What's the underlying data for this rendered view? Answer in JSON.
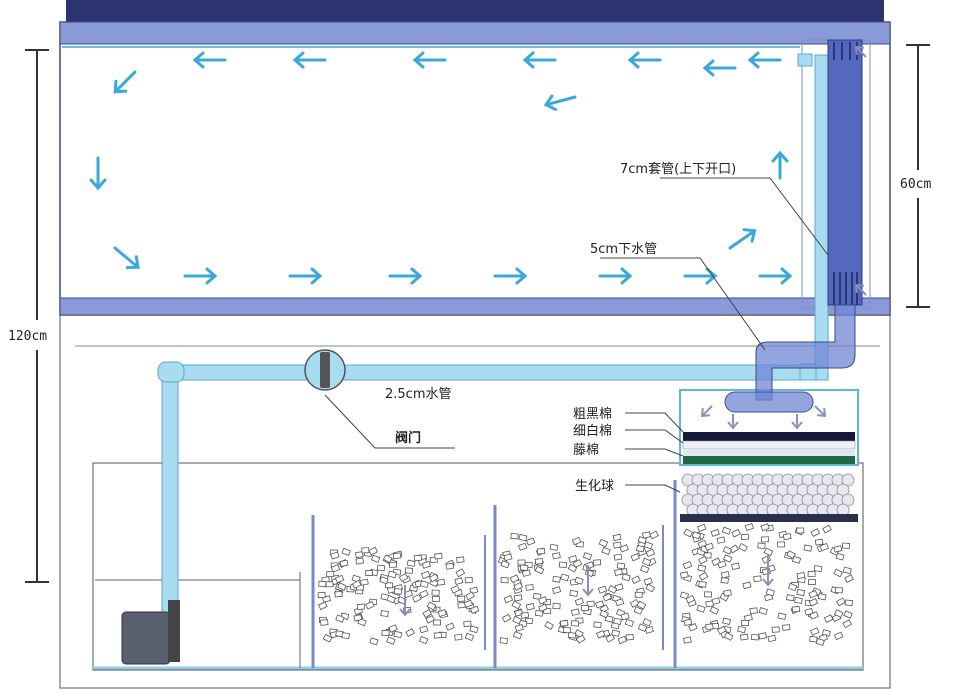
{
  "labels": {
    "sleeve_pipe": "7cm套管(上下开口)",
    "drain_pipe": "5cm下水管",
    "water_pipe": "2.5cm水管",
    "valve": "阀门",
    "coarse_black_sponge": "粗黑棉",
    "fine_white_sponge": "细白棉",
    "rattan_sponge": "藤棉",
    "bio_balls": "生化球"
  },
  "dimensions": {
    "total_height": "120cm",
    "tank_height": "60cm"
  },
  "colors": {
    "arrow": "#3aa8d8",
    "pipe_light": "#a8dcf0",
    "pipe_dark": "#4a5fb0",
    "frame": "#5a6fc0"
  }
}
